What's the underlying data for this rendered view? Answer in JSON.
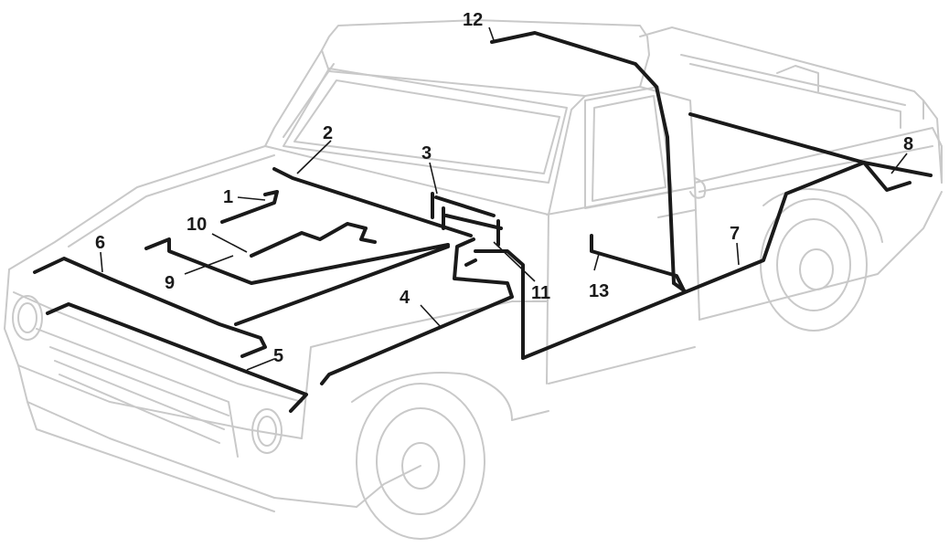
{
  "diagram": {
    "outline_color": "#c9c9c9",
    "harness_color": "#1a1a1a",
    "callouts": [
      {
        "id": "1",
        "label": "1"
      },
      {
        "id": "2",
        "label": "2"
      },
      {
        "id": "3",
        "label": "3"
      },
      {
        "id": "4",
        "label": "4"
      },
      {
        "id": "5",
        "label": "5"
      },
      {
        "id": "6",
        "label": "6"
      },
      {
        "id": "7",
        "label": "7"
      },
      {
        "id": "8",
        "label": "8"
      },
      {
        "id": "9",
        "label": "9"
      },
      {
        "id": "10",
        "label": "10"
      },
      {
        "id": "11",
        "label": "11"
      },
      {
        "id": "12",
        "label": "12"
      },
      {
        "id": "13",
        "label": "13"
      }
    ]
  }
}
